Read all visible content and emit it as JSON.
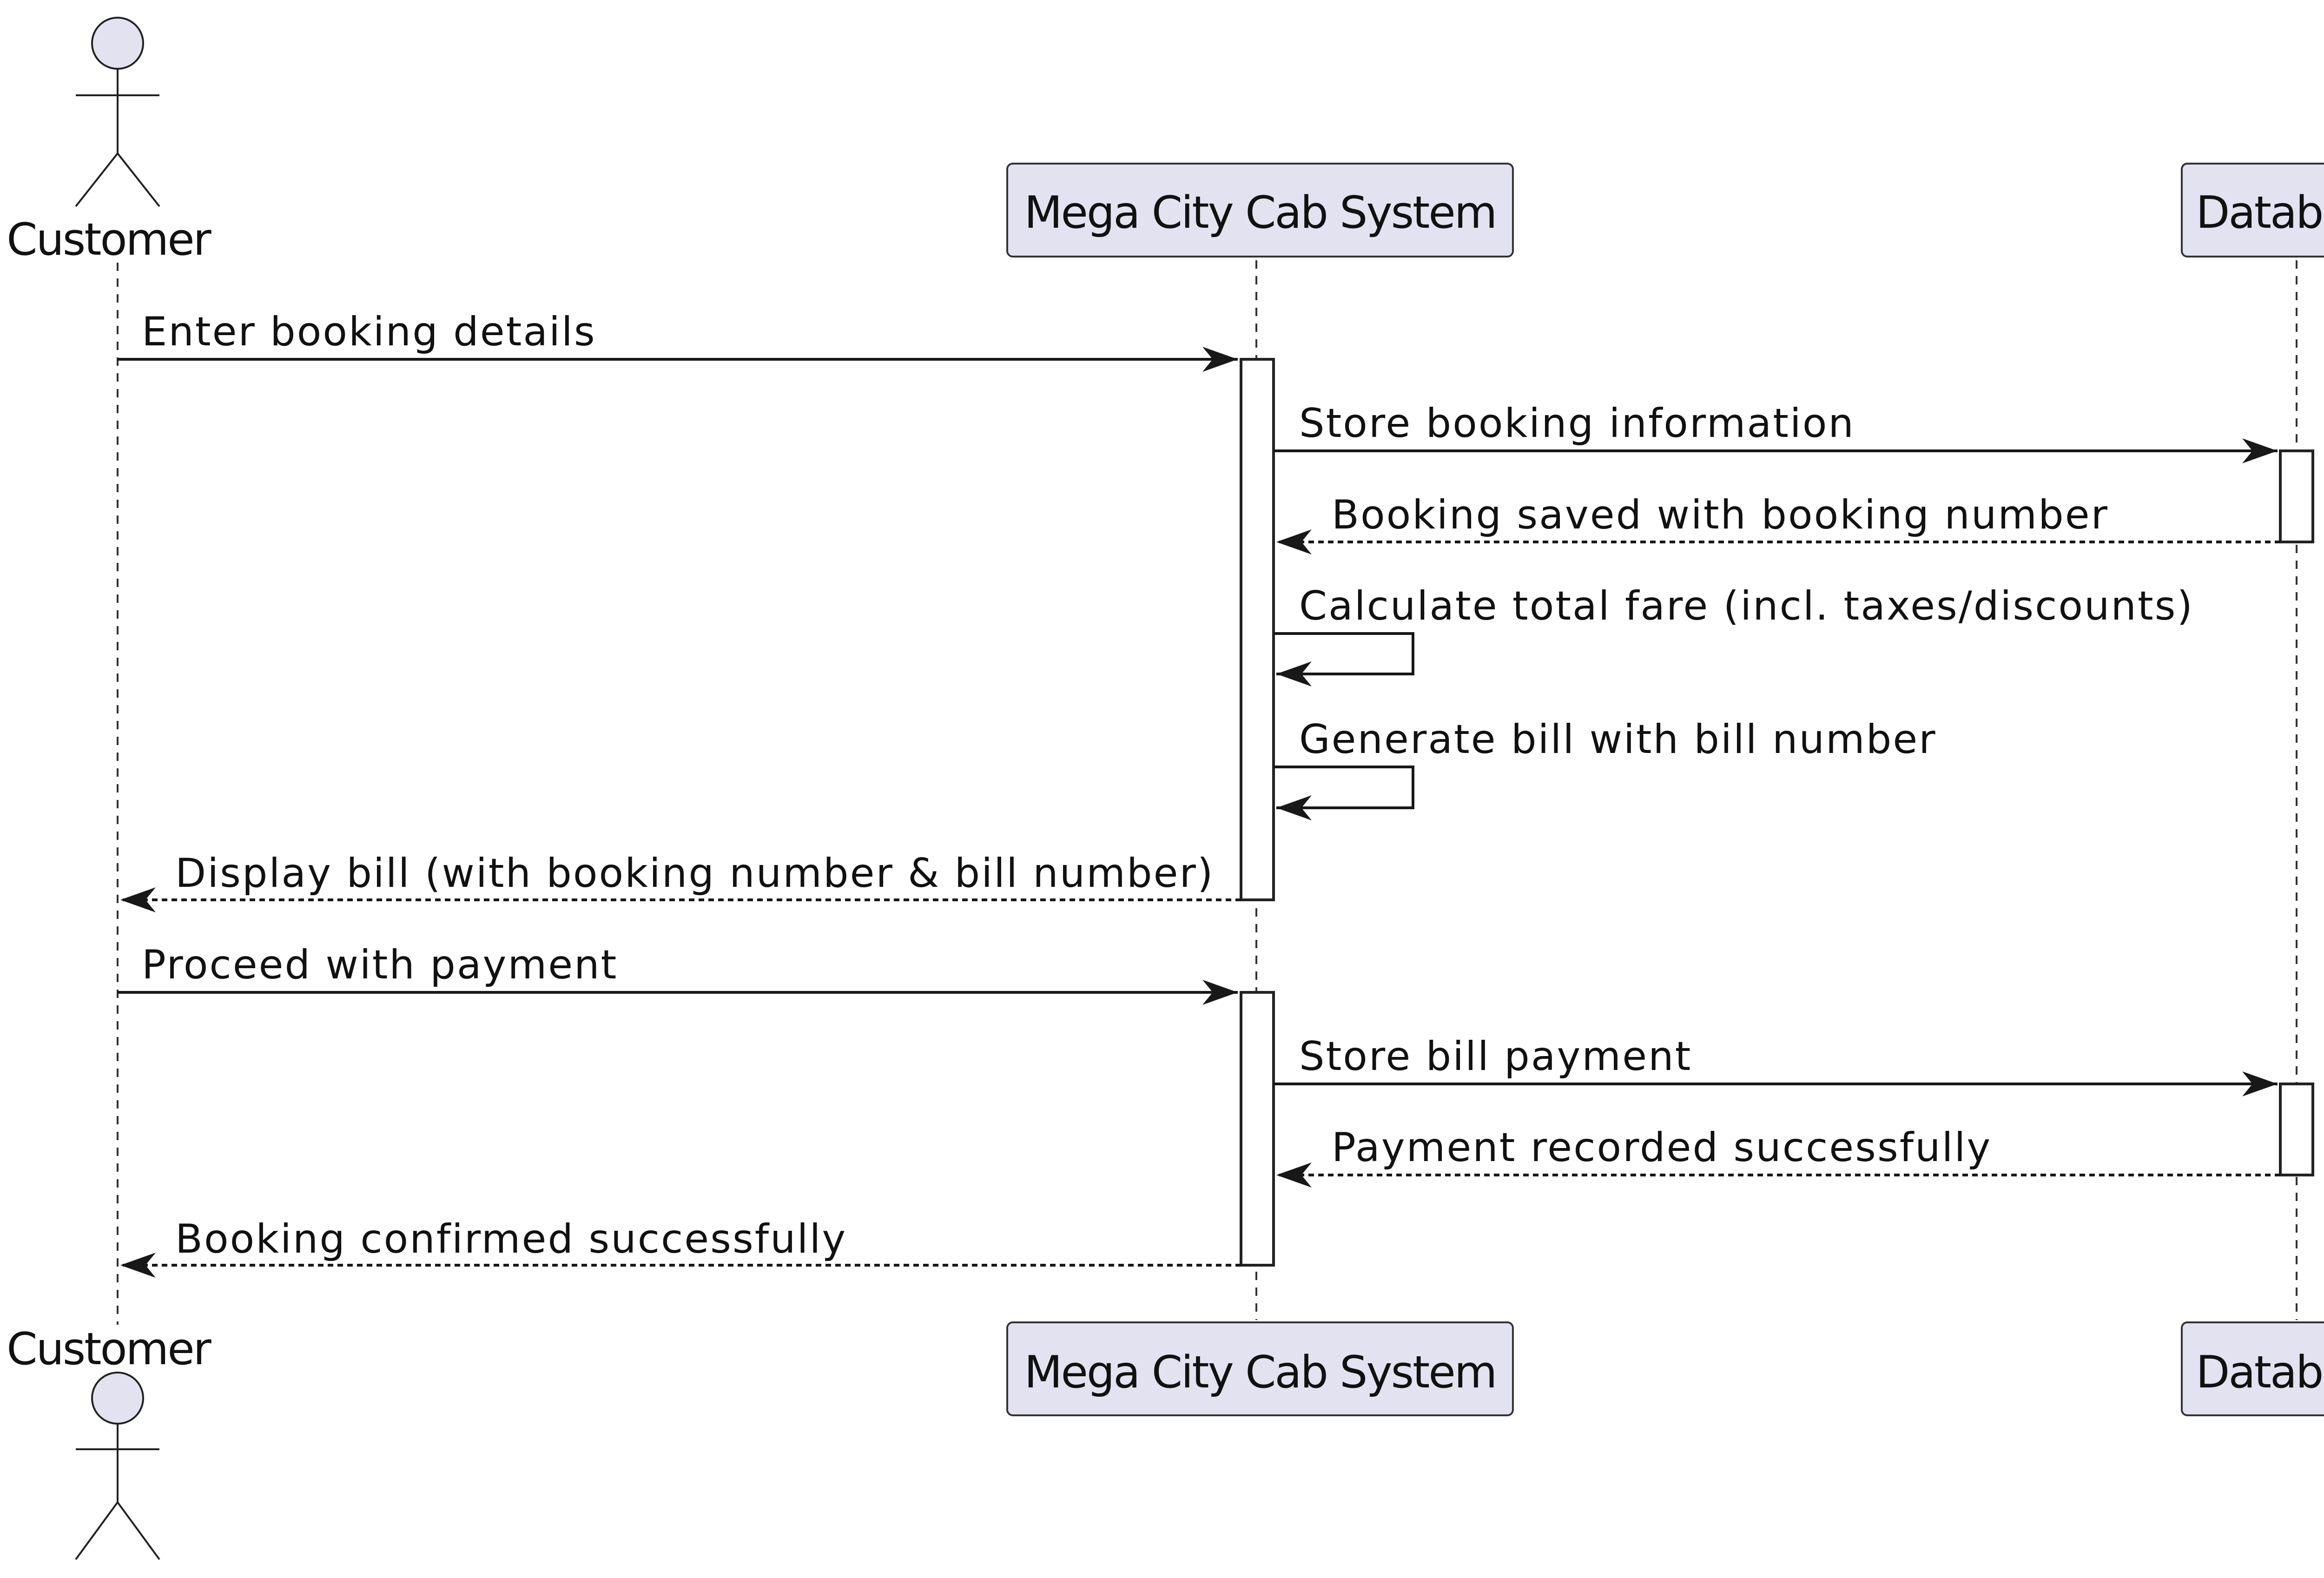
{
  "participants": {
    "customer": "Customer",
    "system": "Mega City Cab System",
    "database": "Database"
  },
  "messages": [
    {
      "label": "Enter booking details",
      "from": "customer",
      "to": "system",
      "style": "solid"
    },
    {
      "label": "Store booking information",
      "from": "system",
      "to": "database",
      "style": "solid"
    },
    {
      "label": "Booking saved with booking number",
      "from": "database",
      "to": "system",
      "style": "dashed"
    },
    {
      "label": "Calculate total fare (incl. taxes/discounts)",
      "from": "system",
      "to": "system",
      "style": "solid"
    },
    {
      "label": "Generate bill with bill number",
      "from": "system",
      "to": "system",
      "style": "solid"
    },
    {
      "label": "Display bill (with booking number & bill number)",
      "from": "system",
      "to": "customer",
      "style": "dashed"
    },
    {
      "label": "Proceed with payment",
      "from": "customer",
      "to": "system",
      "style": "solid"
    },
    {
      "label": "Store bill payment",
      "from": "system",
      "to": "database",
      "style": "solid"
    },
    {
      "label": "Payment recorded successfully",
      "from": "database",
      "to": "system",
      "style": "dashed"
    },
    {
      "label": "Booking confirmed successfully",
      "from": "system",
      "to": "customer",
      "style": "dashed"
    }
  ]
}
